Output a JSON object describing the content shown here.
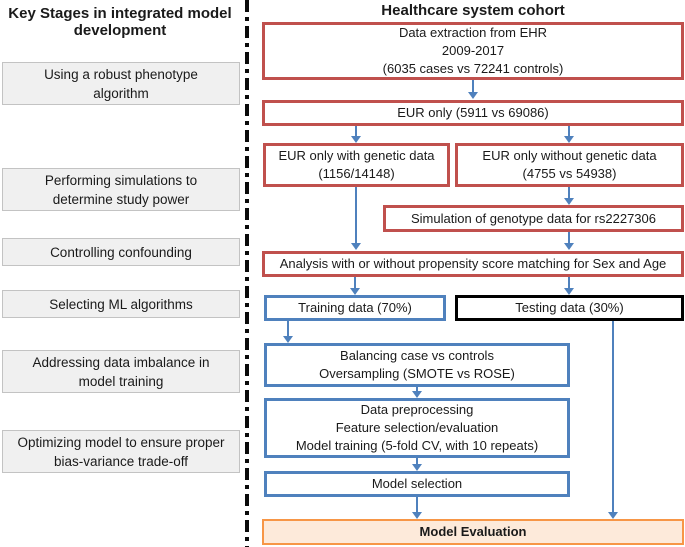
{
  "left_panel": {
    "title": "Key Stages in integrated model development",
    "stages": [
      "Using a robust phenotype algorithm",
      "Performing simulations to determine study power",
      "Controlling confounding",
      "Selecting ML algorithms",
      "Addressing data imbalance in model training",
      "Optimizing model to ensure proper bias-variance trade-off"
    ]
  },
  "flow": {
    "title": "Healthcare system cohort",
    "data_extraction": {
      "lines": [
        "Data extraction from EHR",
        "2009-2017",
        "(6035 cases vs 72241 controls)"
      ]
    },
    "eur_only": "EUR only (5911 vs 69086)",
    "eur_with_genetic": {
      "lines": [
        "EUR only with genetic data",
        "(1156/14148)"
      ]
    },
    "eur_without_genetic": {
      "lines": [
        "EUR only without genetic data",
        "(4755 vs 54938)"
      ]
    },
    "simulation": "Simulation of genotype data for rs2227306",
    "analysis": "Analysis with or without propensity score matching for Sex and Age",
    "training": "Training data (70%)",
    "testing": "Testing data (30%)",
    "balancing": {
      "lines": [
        "Balancing case vs controls",
        "Oversampling (SMOTE vs ROSE)"
      ]
    },
    "preprocessing": {
      "lines": [
        "Data preprocessing",
        "Feature selection/evaluation",
        "Model training (5-fold CV, with 10 repeats)"
      ]
    },
    "model_selection": "Model selection",
    "model_evaluation": "Model Evaluation"
  },
  "colors": {
    "red_border": "#c0504d",
    "blue_border": "#4f81bd",
    "black_border": "#000000",
    "orange_border": "#f79646",
    "orange_fill": "#fdeada",
    "gray_fill": "#f0f0f0",
    "gray_border": "#c3c3c3",
    "arrow": "#4f81bd"
  }
}
